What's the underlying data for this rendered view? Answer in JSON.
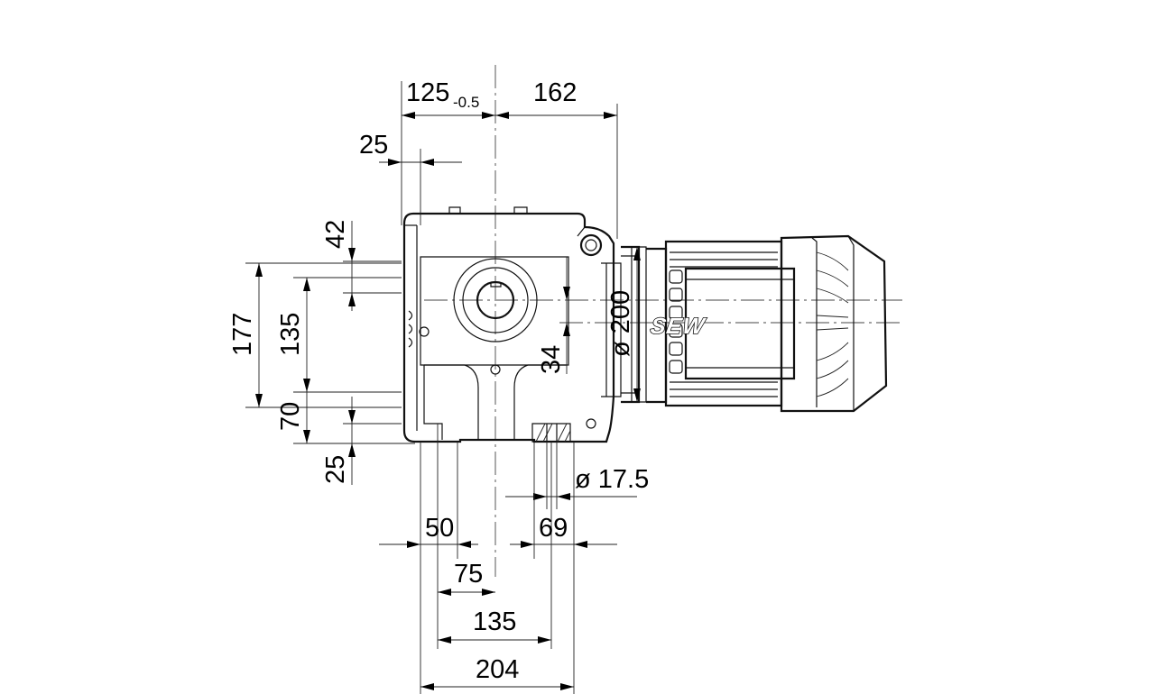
{
  "dimensions": {
    "top_width": "125",
    "top_tolerance": "-0.5",
    "top_motor_offset": "162",
    "top_small": "25",
    "left_42": "42",
    "left_177": "177",
    "left_135": "135",
    "left_70": "70",
    "left_25": "25",
    "center_34": "34",
    "flange_dia": "ø 200",
    "hole_dia": "ø 17.5",
    "bottom_50": "50",
    "bottom_69": "69",
    "bottom_75": "75",
    "bottom_135": "135",
    "bottom_204": "204"
  },
  "motor_brand": "SEW"
}
